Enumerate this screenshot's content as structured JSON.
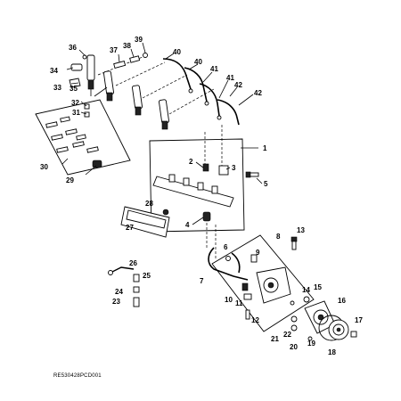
{
  "diagram": {
    "figure_code": "RE530428PCD001",
    "callouts": [
      "1",
      "2",
      "3",
      "4",
      "5",
      "6",
      "7",
      "8",
      "9",
      "10",
      "11",
      "12",
      "13",
      "14",
      "15",
      "16",
      "17",
      "18",
      "19",
      "20",
      "21",
      "22",
      "23",
      "24",
      "25",
      "26",
      "27",
      "28",
      "29",
      "30",
      "31",
      "32",
      "33",
      "34",
      "35",
      "36",
      "37",
      "38",
      "39",
      "40",
      "41",
      "42"
    ]
  }
}
